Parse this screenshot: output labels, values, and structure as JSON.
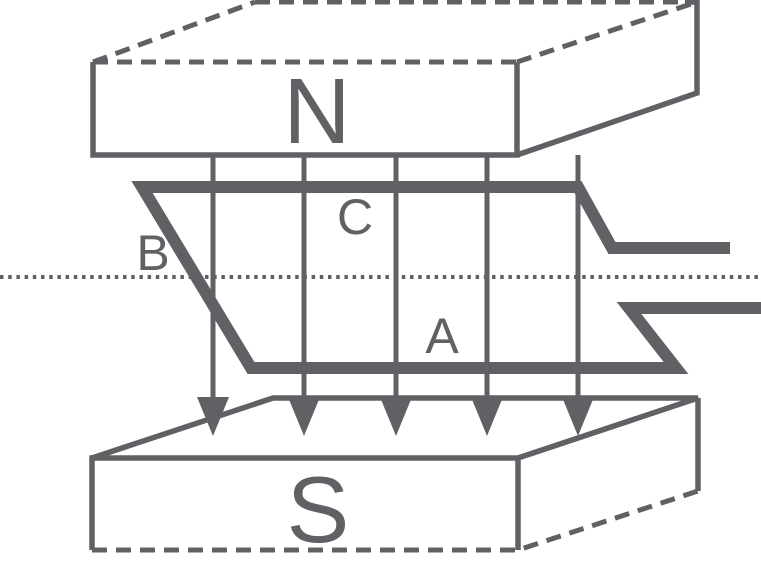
{
  "diagram": {
    "magnets": {
      "top_pole_label": "N",
      "bottom_pole_label": "S"
    },
    "coil": {
      "side_label_left": "B",
      "side_label_top": "C",
      "side_label_front": "A"
    },
    "field_lines": {
      "count": 5,
      "arrow_direction": "down"
    },
    "colors": {
      "ink": "#606164",
      "background": "#FFFFFF"
    }
  }
}
